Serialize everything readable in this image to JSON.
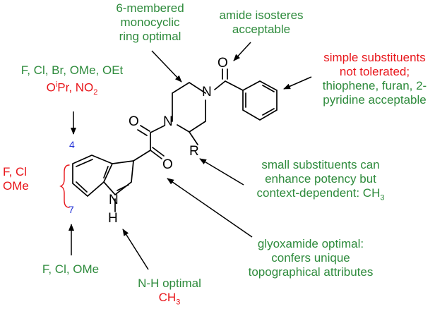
{
  "annotations": {
    "ring_size": [
      "6-membered",
      "monocyclic",
      "ring optimal"
    ],
    "amide": [
      "amide isosteres",
      "acceptable"
    ],
    "simple_subst_red": [
      "simple substituents",
      "not tolerated;"
    ],
    "heteroaryl_green": [
      "thiophene, furan, 2-",
      "pyridine acceptable"
    ],
    "pos4_green": "F, Cl, Br, OMe, OEt",
    "pos4_red_pre": "O",
    "pos4_red_sup": "i",
    "pos4_red_post": "Pr, NO",
    "pos4_red_sub": "2",
    "pos56_red": [
      "F, Cl",
      "OMe"
    ],
    "pos7_green": "F, Cl, OMe",
    "small_subst": [
      "small substituents can",
      "enhance potency but"
    ],
    "context_pre": "context-dependent: CH",
    "context_sub": "3",
    "glyoxamide": [
      "glyoxamide optimal:",
      "confers unique",
      "topographical attributes"
    ],
    "nh_green": "N-H optimal",
    "nh_red_pre": "CH",
    "nh_red_sub": "3"
  },
  "atoms": {
    "O_amide": "O",
    "N_top": "N",
    "N_left": "N",
    "O_left": "O",
    "O_right": "O",
    "R": "R",
    "N_indole": "N",
    "H_indole": "H"
  },
  "position_numbers": {
    "p4": "4",
    "p7": "7"
  },
  "colors": {
    "green": "#2e8b3c",
    "red": "#e8161b",
    "blue": "#1f2fd6",
    "bond": "#000000"
  }
}
